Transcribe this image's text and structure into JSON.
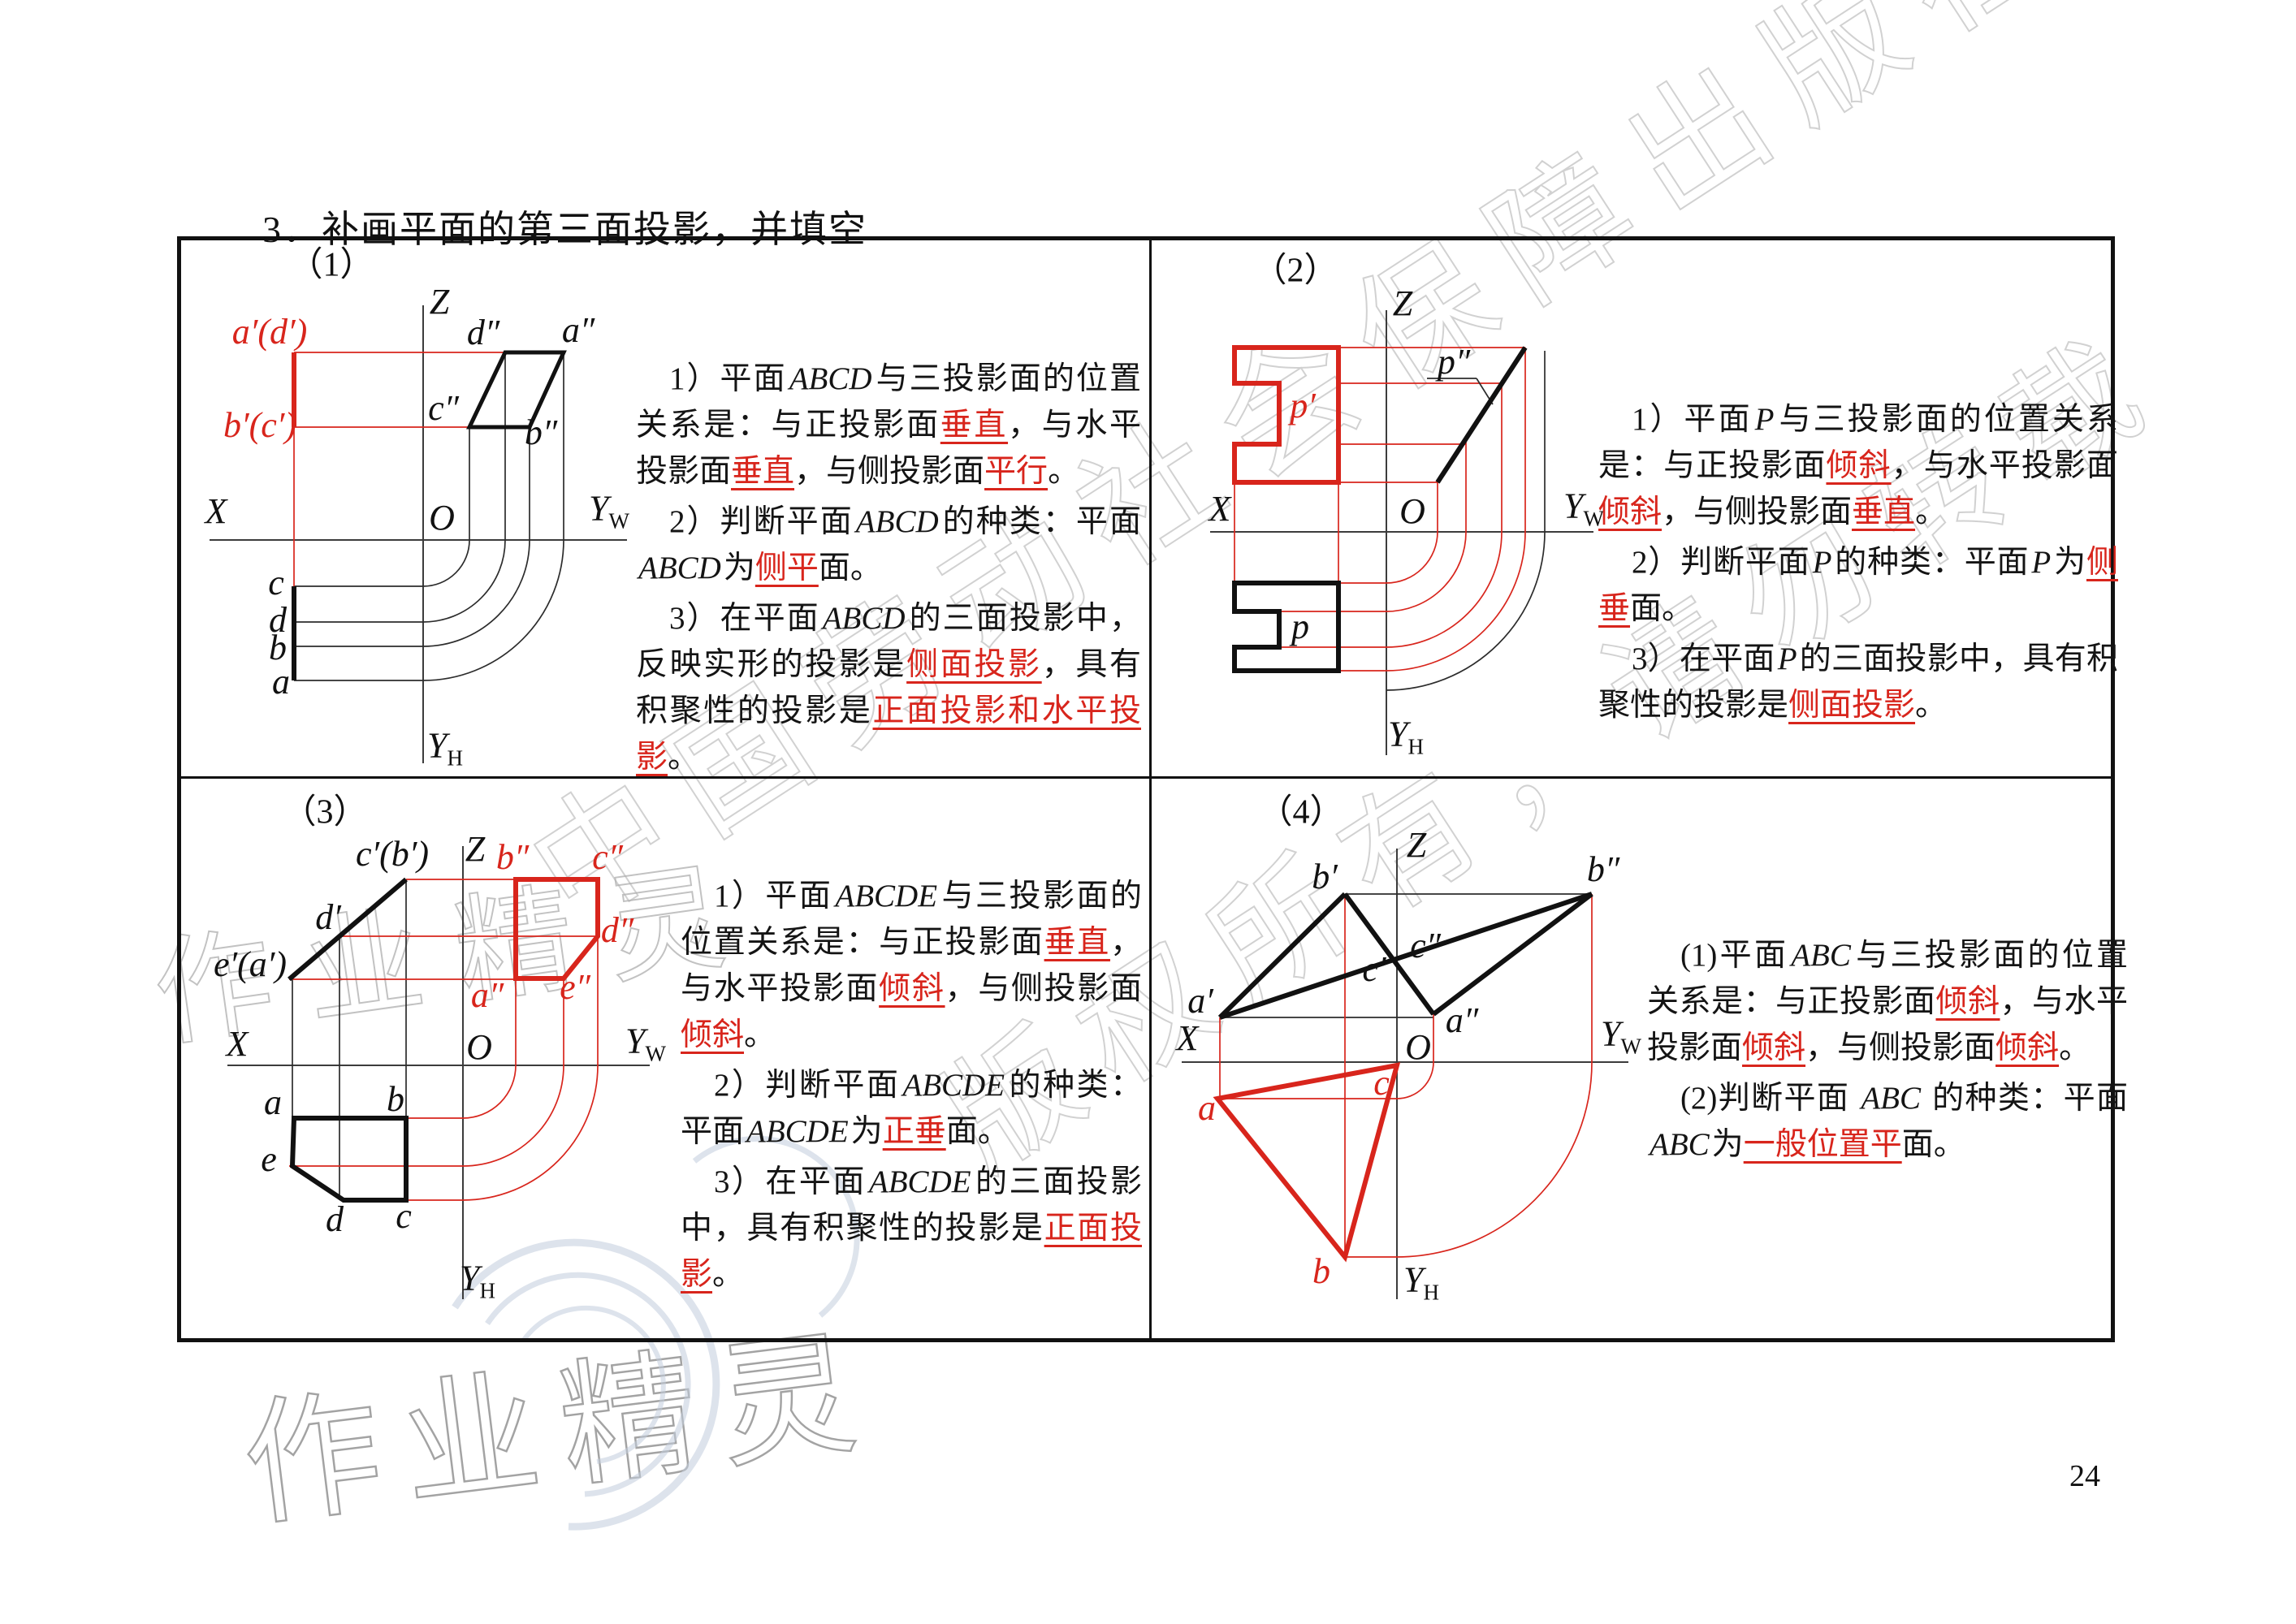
{
  "page": {
    "title": "3．补画平面的第三面投影，并填空",
    "page_number": "24"
  },
  "axes": {
    "z": "Z",
    "x": "X",
    "o": "O",
    "y": "Y",
    "w": "W",
    "h": "H"
  },
  "watermarks": {
    "publisher": "中国劳动社会保障出版社",
    "copyright": "版权所有，请勿转载",
    "brand_middle": "作业精灵",
    "brand_bottom": "作业精灵"
  },
  "colors": {
    "answer_red": "#d8251c",
    "line_black": "#111111"
  },
  "panels": [
    {
      "number": "（1）",
      "points": {
        "v_top": "a′(d′)",
        "v_bottom": "b′(c′)",
        "w_d": "d″",
        "w_a": "a″",
        "w_c": "c″",
        "w_b": "b″",
        "h_c": "c",
        "h_d": "d",
        "h_b": "b",
        "h_a": "a"
      },
      "paragraphs": [
        [
          {
            "t": "1）平面"
          },
          {
            "t": "ABCD",
            "i": 1
          },
          {
            "t": "与三投影面的位置关系是：与正投影面"
          },
          {
            "t": "垂直",
            "u": 1
          },
          {
            "t": "，与水平投影面"
          },
          {
            "t": "垂直",
            "u": 1
          },
          {
            "t": "，与侧投影面"
          },
          {
            "t": "平行",
            "u": 1
          },
          {
            "t": "。"
          }
        ],
        [
          {
            "t": "2）判断平面"
          },
          {
            "t": "ABCD",
            "i": 1
          },
          {
            "t": "的种类：平面"
          },
          {
            "t": "ABCD",
            "i": 1
          },
          {
            "t": "为"
          },
          {
            "t": "侧平",
            "u": 1
          },
          {
            "t": "面。"
          }
        ],
        [
          {
            "t": "3）在平面"
          },
          {
            "t": "ABCD",
            "i": 1
          },
          {
            "t": "的三面投影中，反映实形的投影是"
          },
          {
            "t": "侧面投影",
            "u": 1
          },
          {
            "t": "，具有积聚性的投影是"
          },
          {
            "t": "正面投影和水平投影",
            "u": 1
          },
          {
            "t": "。"
          }
        ]
      ]
    },
    {
      "number": "（2）",
      "points": {
        "p_v": "p′",
        "p_w": "p″",
        "p_h": "p"
      },
      "paragraphs": [
        [
          {
            "t": "1）平面"
          },
          {
            "t": "P",
            "i": 1
          },
          {
            "t": "与三投影面的位置关系是：与正投影面"
          },
          {
            "t": "倾斜",
            "u": 1
          },
          {
            "t": "，与水平投影面"
          },
          {
            "t": "倾斜",
            "u": 1
          },
          {
            "t": "，与侧投影面"
          },
          {
            "t": "垂直",
            "u": 1
          },
          {
            "t": "。"
          }
        ],
        [
          {
            "t": "2）判断平面"
          },
          {
            "t": "P",
            "i": 1
          },
          {
            "t": "的种类：平面"
          },
          {
            "t": "P",
            "i": 1
          },
          {
            "t": "为"
          },
          {
            "t": "侧垂",
            "u": 1
          },
          {
            "t": "面。"
          }
        ],
        [
          {
            "t": "3）在平面"
          },
          {
            "t": "P",
            "i": 1
          },
          {
            "t": "的三面投影中，具有积聚性的投影是"
          },
          {
            "t": "侧面投影",
            "u": 1
          },
          {
            "t": "。"
          }
        ]
      ]
    },
    {
      "number": "（3）",
      "points": {
        "v_top": "c′(b′)",
        "v_mid": "d′",
        "v_bottom": "e′(a′)",
        "w_b": "b″",
        "w_c": "c″",
        "w_d": "d″",
        "w_e": "e″",
        "w_a": "a″",
        "h_a": "a",
        "h_b": "b",
        "h_e": "e",
        "h_d": "d",
        "h_c": "c"
      },
      "paragraphs": [
        [
          {
            "t": "1）平面"
          },
          {
            "t": "ABCDE",
            "i": 1
          },
          {
            "t": "与三投影面的位置关系是：与正投影面"
          },
          {
            "t": "垂直",
            "u": 1
          },
          {
            "t": "，与水平投影面"
          },
          {
            "t": "倾斜",
            "u": 1
          },
          {
            "t": "，与侧投影面"
          },
          {
            "t": "倾斜",
            "u": 1
          },
          {
            "t": "。"
          }
        ],
        [
          {
            "t": "2）判断平面"
          },
          {
            "t": "ABCDE",
            "i": 1
          },
          {
            "t": "的种类：平面"
          },
          {
            "t": "ABCDE",
            "i": 1
          },
          {
            "t": "为"
          },
          {
            "t": "正垂",
            "u": 1
          },
          {
            "t": "面。"
          }
        ],
        [
          {
            "t": "3）在平面"
          },
          {
            "t": "ABCDE",
            "i": 1
          },
          {
            "t": "的三面投影中，具有积聚性的投影是"
          },
          {
            "t": "正面投影",
            "u": 1
          },
          {
            "t": "。"
          }
        ]
      ]
    },
    {
      "number": "（4）",
      "points": {
        "v_b": "b′",
        "v_a": "a′",
        "v_c": "c′",
        "w_b": "b″",
        "w_a": "a″",
        "w_c": "c″",
        "h_a": "a",
        "h_b": "b",
        "h_c": "c"
      },
      "paragraphs": [
        [
          {
            "t": "(1)平面"
          },
          {
            "t": "ABC",
            "i": 1
          },
          {
            "t": "与三投影面的位置关系是：与正投影面"
          },
          {
            "t": "倾斜",
            "u": 1
          },
          {
            "t": "，与水平投影面"
          },
          {
            "t": "倾斜",
            "u": 1
          },
          {
            "t": "，与侧投影面"
          },
          {
            "t": "倾斜",
            "u": 1
          },
          {
            "t": "。"
          }
        ],
        [
          {
            "t": "(2)判断平面 "
          },
          {
            "t": "ABC",
            "i": 1
          },
          {
            "t": " 的种类：平面"
          },
          {
            "t": "ABC",
            "i": 1
          },
          {
            "t": "为"
          },
          {
            "t": "一般位置平",
            "u": 1
          },
          {
            "t": "面。"
          }
        ]
      ]
    }
  ]
}
